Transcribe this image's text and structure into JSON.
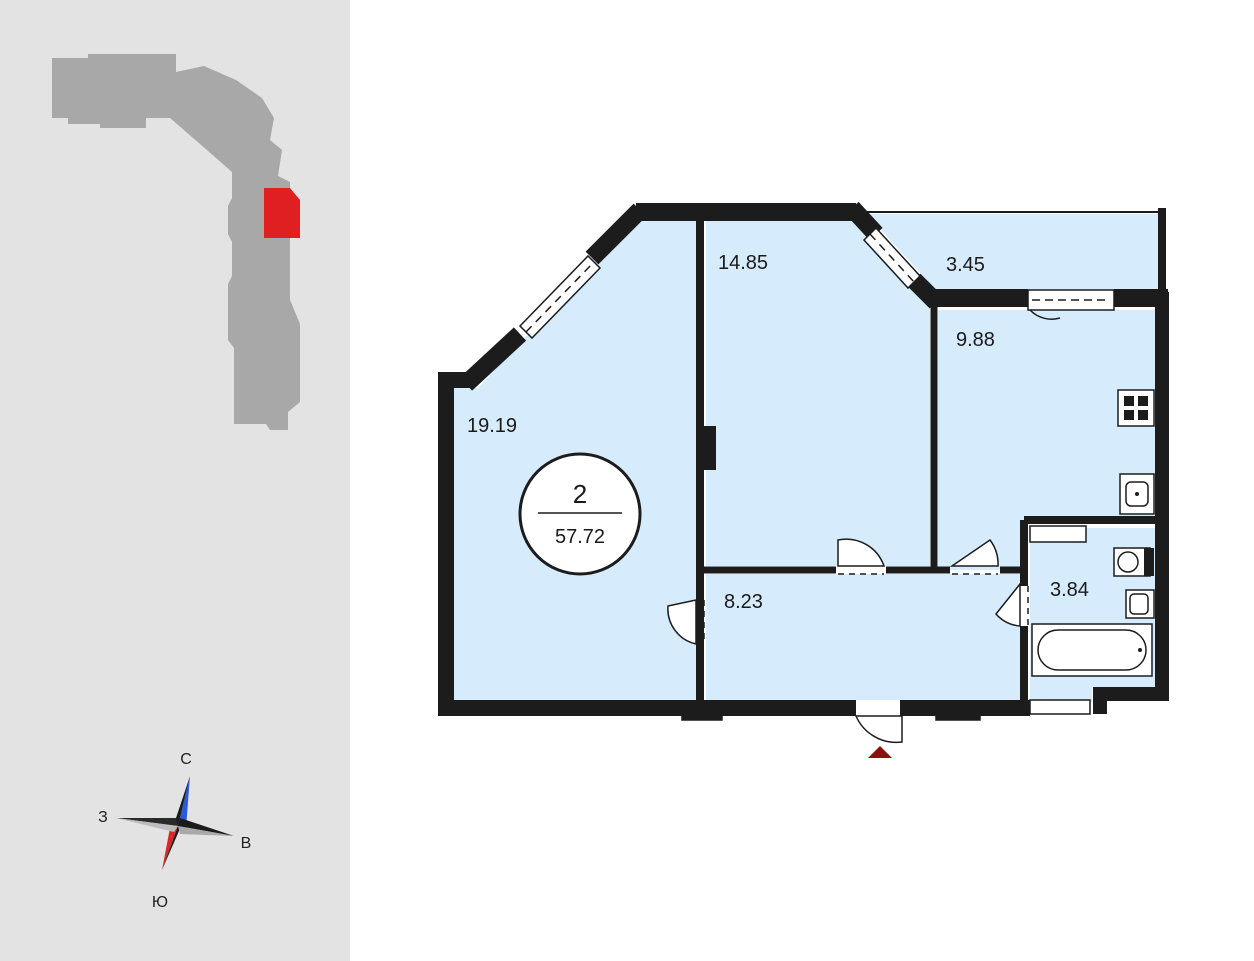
{
  "colors": {
    "room_fill": "#d6ebfb",
    "wall": "#1c1c1c",
    "building": "#a8a8a8",
    "highlight": "#e02020",
    "panel": "#e3e3e3",
    "compass_north": "#2a5bd7",
    "compass_south": "#d62828",
    "entrance_marker": "#8b1010"
  },
  "site_plan": {
    "highlighted_unit": "red-section"
  },
  "compass": {
    "north": "С",
    "east": "В",
    "south": "Ю",
    "west": "З"
  },
  "apartment": {
    "rooms_count": "2",
    "total_area": "57.72"
  },
  "rooms": [
    {
      "id": "living-room",
      "area": "19.19"
    },
    {
      "id": "bedroom",
      "area": "14.85"
    },
    {
      "id": "balcony",
      "area": "3.45"
    },
    {
      "id": "kitchen",
      "area": "9.88"
    },
    {
      "id": "hallway",
      "area": "8.23"
    },
    {
      "id": "bathroom",
      "area": "3.84"
    }
  ],
  "icons": [
    "stove-icon",
    "sink-icon",
    "washbasin-icon",
    "toilet-icon",
    "bathtub-icon",
    "entrance-arrow-icon",
    "compass-icon"
  ]
}
